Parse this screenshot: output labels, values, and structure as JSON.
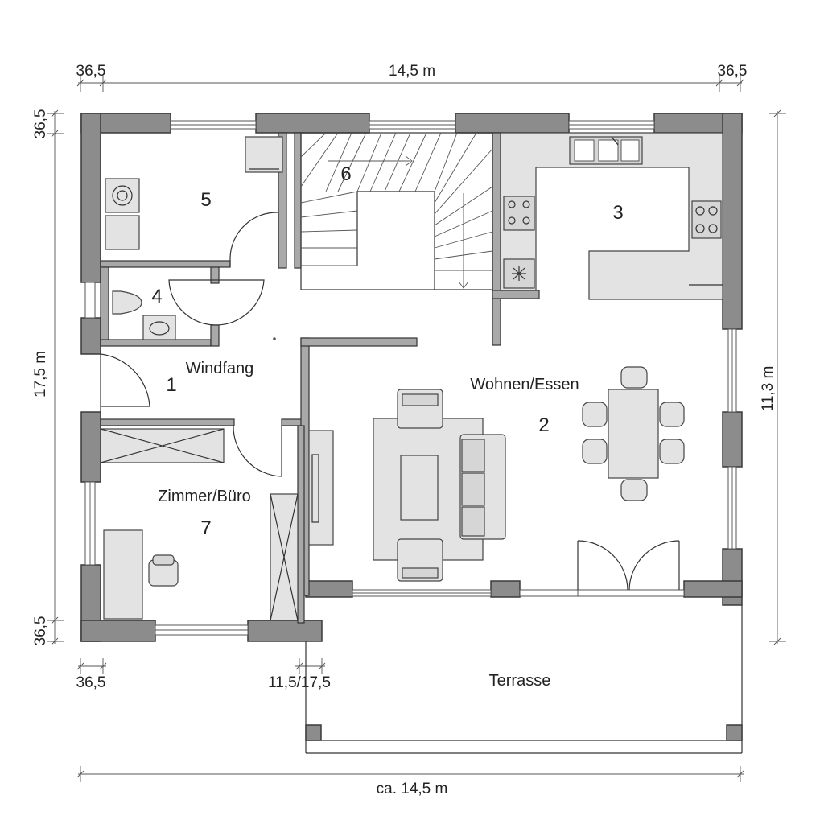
{
  "dimensions": {
    "top_left": "36,5",
    "top_total": "14,5 m",
    "top_right": "36,5",
    "left_top": "36,5",
    "left_total": "17,5 m",
    "left_bottom": "36,5",
    "right_total": "11,3 m",
    "bottom_left": "36,5",
    "bottom_inner": "11,5/17,5",
    "bottom_total": "ca. 14,5 m"
  },
  "rooms": {
    "windfang": {
      "name": "Windfang",
      "number": "1"
    },
    "wohnen": {
      "name": "Wohnen/Essen",
      "number": "2"
    },
    "kitchen": {
      "number": "3"
    },
    "wc": {
      "number": "4"
    },
    "utility": {
      "number": "5"
    },
    "stairs": {
      "number": "6"
    },
    "office": {
      "name": "Zimmer/Büro",
      "number": "7"
    },
    "terrace": {
      "name": "Terrasse"
    }
  }
}
